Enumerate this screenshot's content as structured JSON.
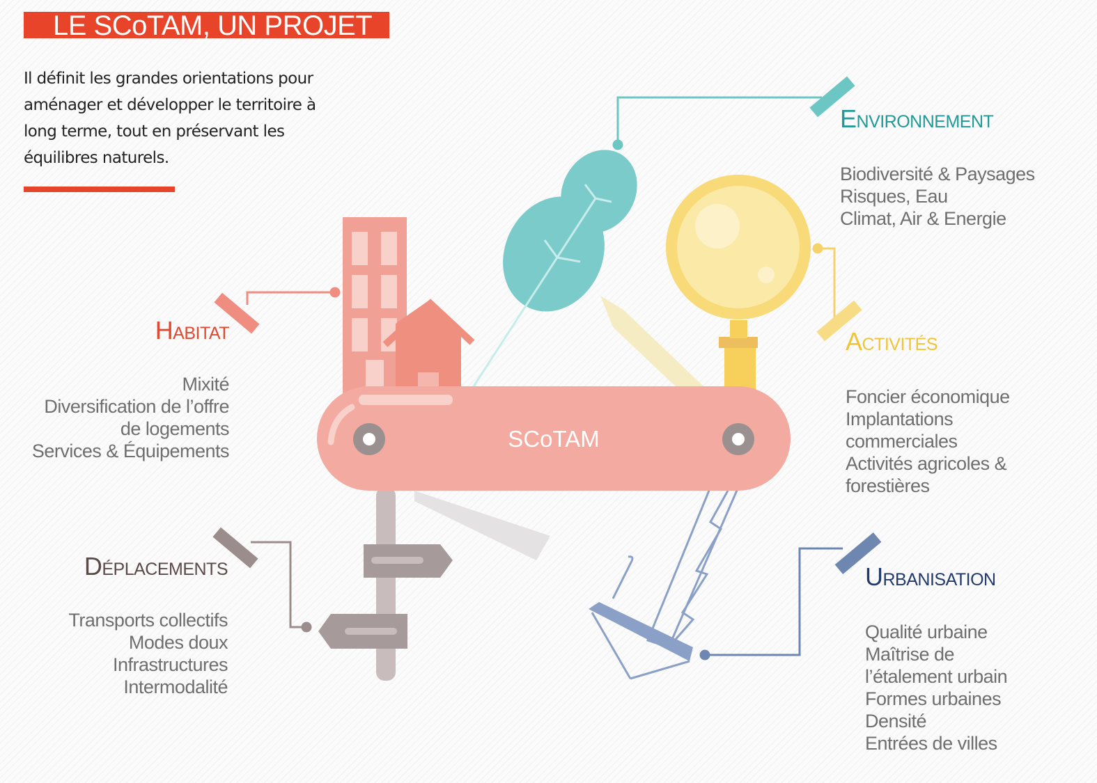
{
  "title": "LE SCoTAM, UN PROJET",
  "intro": "Il définit les grandes orientations pour aménager et développer le territoire à long terme, tout en préservant les équilibres naturels.",
  "center_label": "SCoTAM",
  "colors": {
    "accent": "#e8442a",
    "environnement": "#1f9a98",
    "activites": "#f0c437",
    "urbanisation": "#22396b",
    "habitat": "#e04a30",
    "deplacements": "#5a4a48",
    "text_gray": "#6e6e6e",
    "knife": "#f3aaa0"
  },
  "sections": {
    "environnement": {
      "heading": "Environnement",
      "items": [
        "Biodiversité & Paysages",
        "Risques, Eau",
        "Climat, Air & Energie"
      ]
    },
    "activites": {
      "heading": "Activités",
      "items": [
        "Foncier économique",
        "Implantations",
        "commerciales",
        "Activités agricoles &",
        "forestières"
      ]
    },
    "urbanisation": {
      "heading": "Urbanisation",
      "items": [
        "Qualité urbaine",
        "Maîtrise de",
        "l’étalement urbain",
        "Formes urbaines",
        "Densité",
        "Entrées de villes"
      ]
    },
    "habitat": {
      "heading": "Habitat",
      "items": [
        "Mixité",
        "Diversification de l’offre",
        "de logements",
        "Services & Équipements"
      ]
    },
    "deplacements": {
      "heading": "Déplacements",
      "items": [
        "Transports collectifs",
        "Modes doux",
        "Infrastructures",
        "Intermodalité"
      ]
    }
  }
}
